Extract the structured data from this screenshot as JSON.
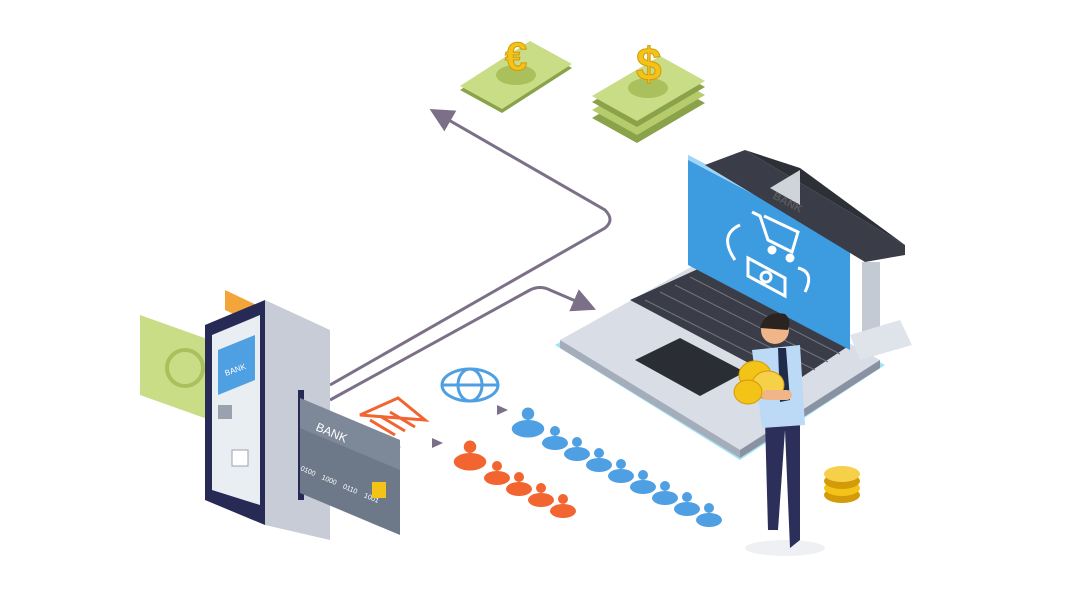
{
  "illustration": {
    "atm_screen_label": "BANK",
    "card": {
      "label": "BANK",
      "number": [
        "0100",
        "1000",
        "0110",
        "1001"
      ]
    },
    "bank_building_label": "BANK",
    "currency_symbols": {
      "euro": "€",
      "dollar": "$"
    }
  },
  "colors": {
    "connector": "#7b7088",
    "people_blue": "#4f9fe3",
    "people_orange": "#f26430",
    "banknote": "#c9dc86",
    "screen": "#3d9be0",
    "atm_body": "#262a55",
    "coin": "#f4c318"
  }
}
